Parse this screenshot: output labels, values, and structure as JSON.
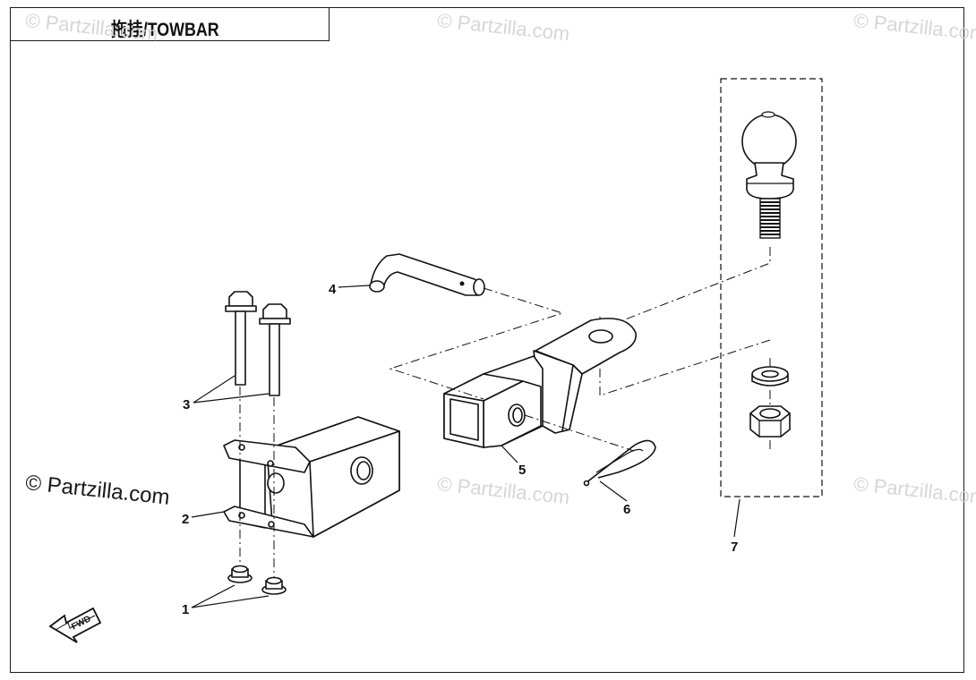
{
  "title": "拖挂/TOWBAR",
  "watermark": "© Partzilla.com",
  "watermark_main": "© Partzilla.com",
  "fwd_label": "FWD",
  "callouts": [
    "1",
    "2",
    "3",
    "4",
    "5",
    "6",
    "7"
  ],
  "colors": {
    "line": "#111111",
    "watermark": "#d6d6d6",
    "background": "#ffffff"
  }
}
